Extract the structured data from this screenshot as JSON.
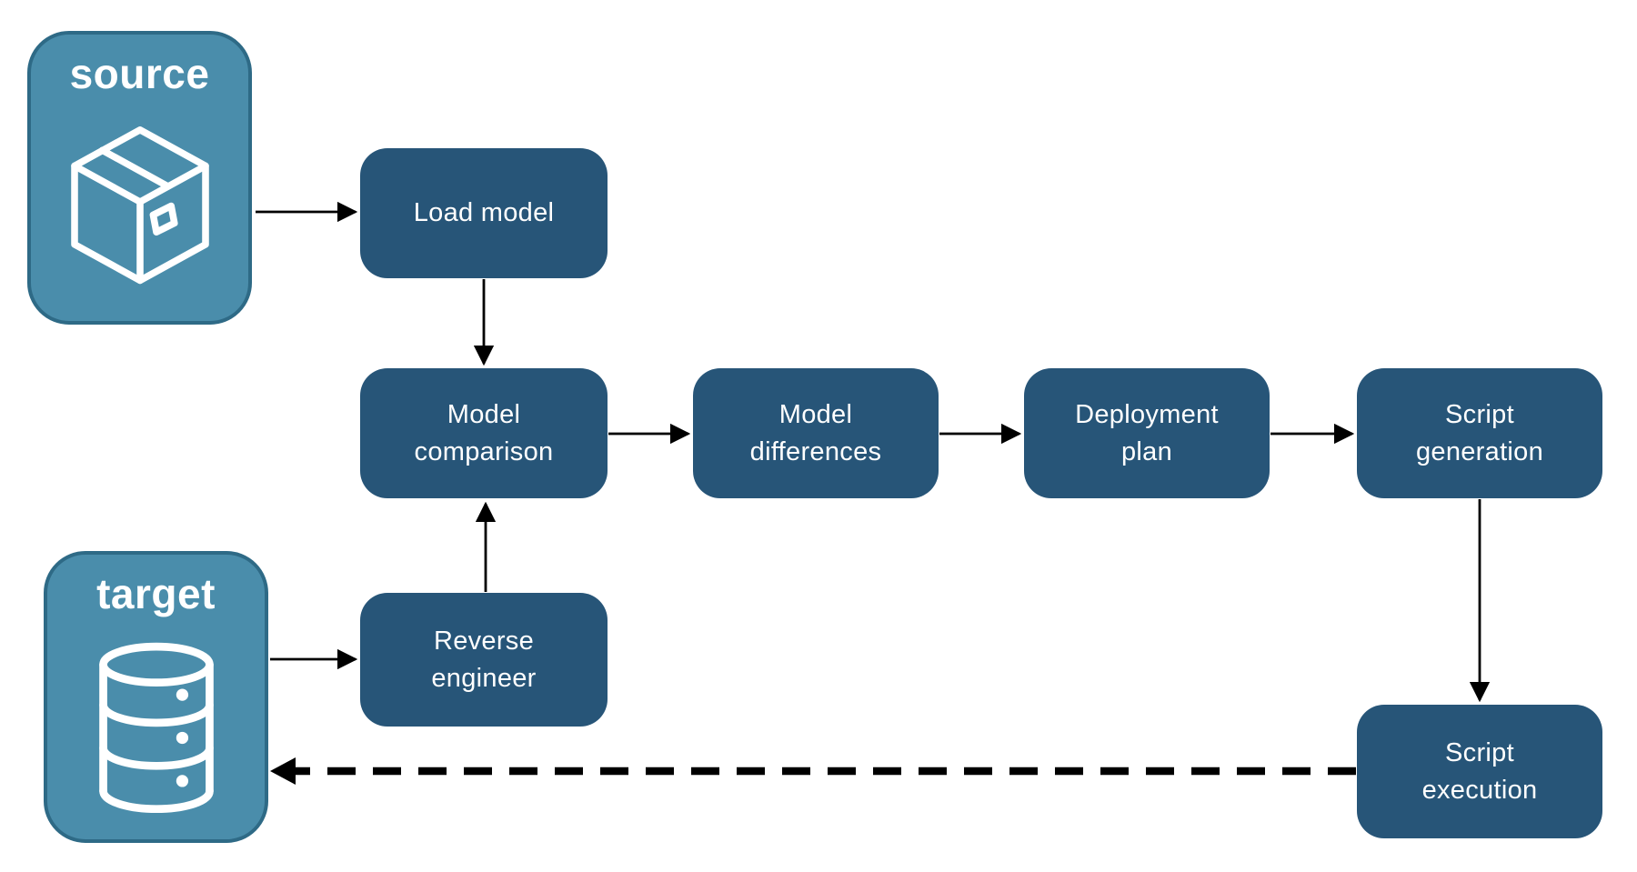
{
  "diagram": {
    "endpoints": {
      "source": {
        "label": "source",
        "icon": "package-icon"
      },
      "target": {
        "label": "target",
        "icon": "database-icon"
      }
    },
    "nodes": {
      "load_model": {
        "label": "Load model"
      },
      "model_comparison": {
        "label": "Model\ncomparison"
      },
      "model_differences": {
        "label": "Model\ndifferences"
      },
      "deployment_plan": {
        "label": "Deployment\nplan"
      },
      "script_generation": {
        "label": "Script\ngeneration"
      },
      "reverse_engineer": {
        "label": "Reverse\nengineer"
      },
      "script_execution": {
        "label": "Script\nexecution"
      }
    },
    "edges": [
      {
        "from": "source",
        "to": "load_model",
        "style": "solid"
      },
      {
        "from": "load_model",
        "to": "model_comparison",
        "style": "solid"
      },
      {
        "from": "model_comparison",
        "to": "model_differences",
        "style": "solid"
      },
      {
        "from": "model_differences",
        "to": "deployment_plan",
        "style": "solid"
      },
      {
        "from": "deployment_plan",
        "to": "script_generation",
        "style": "solid"
      },
      {
        "from": "script_generation",
        "to": "script_execution",
        "style": "solid"
      },
      {
        "from": "target",
        "to": "reverse_engineer",
        "style": "solid"
      },
      {
        "from": "reverse_engineer",
        "to": "model_comparison",
        "style": "solid"
      },
      {
        "from": "script_execution",
        "to": "target",
        "style": "dashed"
      }
    ],
    "colors": {
      "process_fill": "#275578",
      "endpoint_fill": "#4A8DAB",
      "endpoint_border": "#2E6A86",
      "arrow": "#000000",
      "text": "#FFFFFF"
    }
  }
}
